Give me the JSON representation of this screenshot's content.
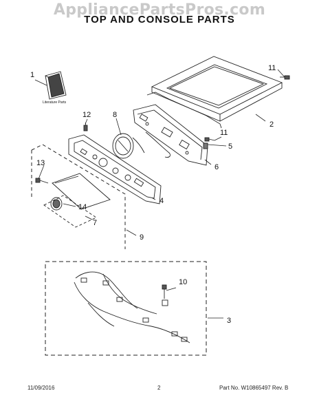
{
  "watermark": "AppliancePartsPros.com",
  "title": "TOP AND CONSOLE PARTS",
  "literature_label": "Literature Parts",
  "callouts": [
    "1",
    "2",
    "3",
    "4",
    "5",
    "6",
    "7",
    "8",
    "9",
    "10",
    "11",
    "11",
    "12",
    "13",
    "14"
  ],
  "footer": {
    "date": "11/09/2016",
    "page": "2",
    "part_no": "Part No.  W10865497  Rev. B"
  }
}
